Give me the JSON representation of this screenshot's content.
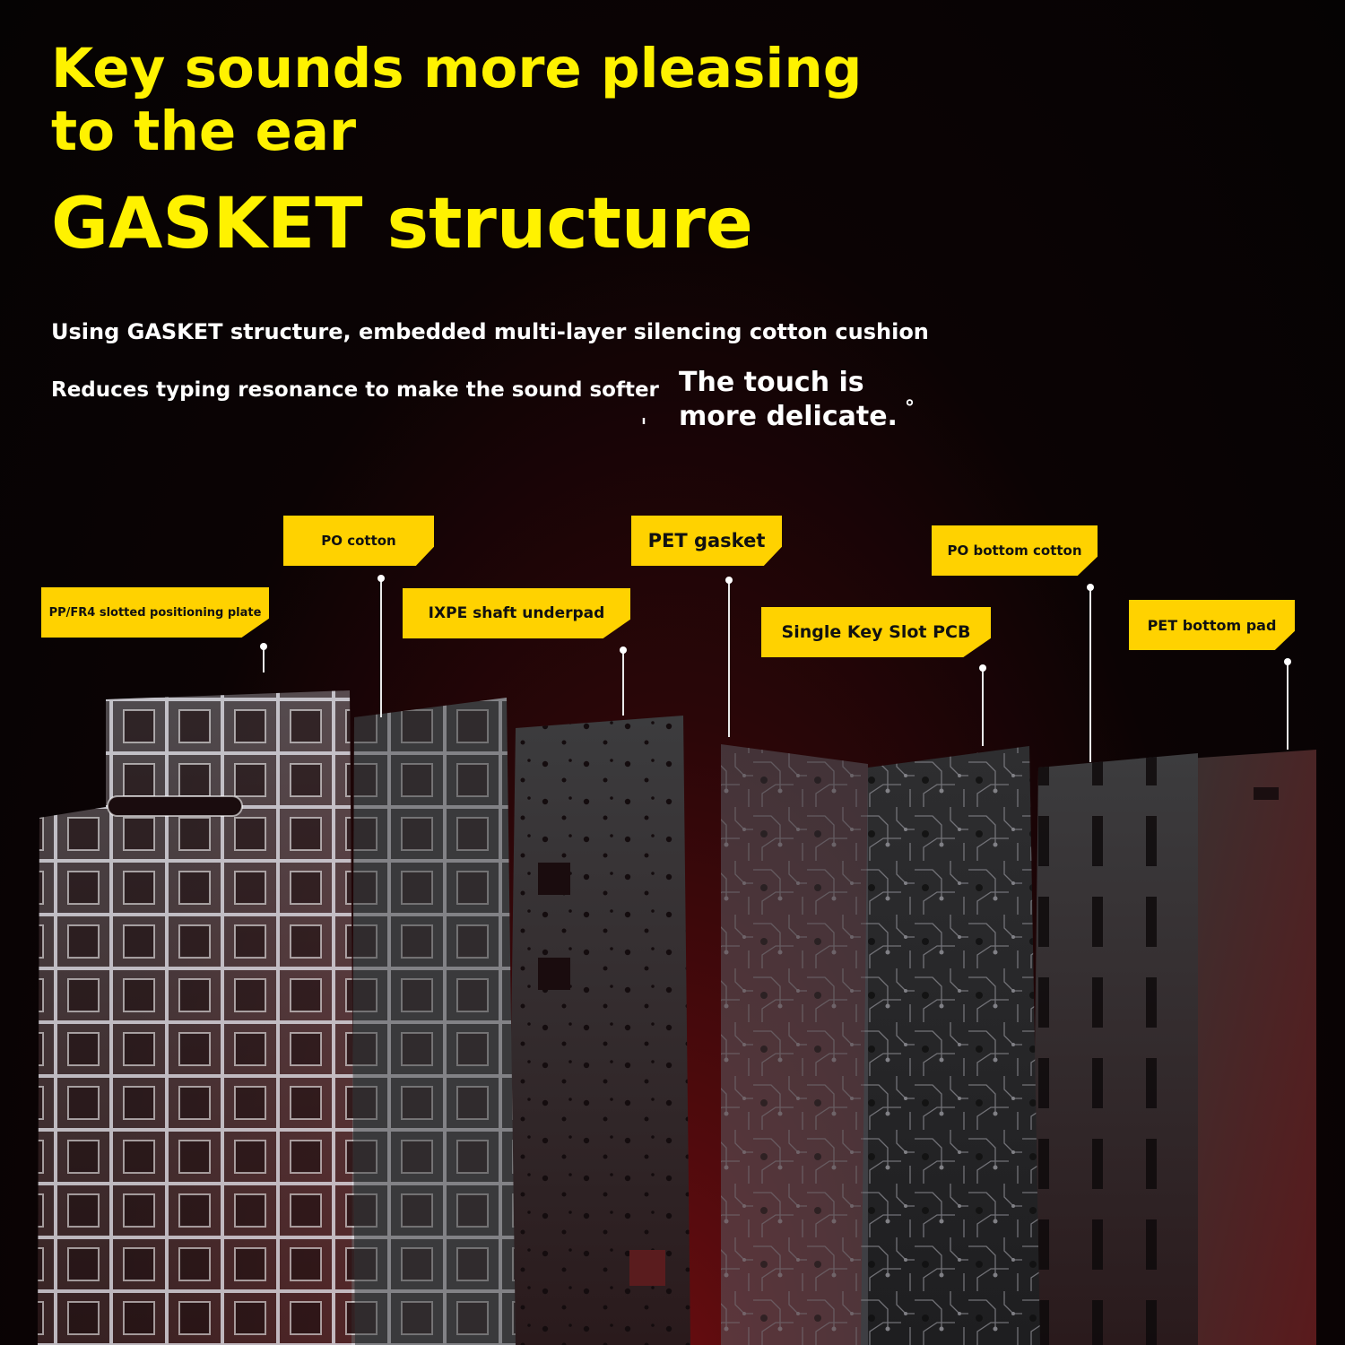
{
  "headline": "Key sounds more pleasing to the ear",
  "subheadline": "GASKET structure",
  "description_line1": "Using GASKET structure, embedded multi-layer silencing cotton cushion",
  "description_line2": "Reduces typing resonance to make the sound softer",
  "description_line3": "The touch is more delicate.",
  "punctuation_comma": "ˌ",
  "punctuation_circle": "°",
  "colors": {
    "accent": "#ffd200",
    "headline": "#fff200",
    "background": "#0b0304",
    "glow": "#6a0d10"
  },
  "labels": [
    {
      "id": "pp-fr4",
      "text": "PP/FR4 slotted positioning plate"
    },
    {
      "id": "po-cotton",
      "text": "PO cotton"
    },
    {
      "id": "ixpe",
      "text": "IXPE shaft underpad"
    },
    {
      "id": "pet-gasket",
      "text": "PET gasket"
    },
    {
      "id": "pcb",
      "text": "Single Key Slot PCB"
    },
    {
      "id": "po-bottom",
      "text": "PO bottom cotton"
    },
    {
      "id": "pet-bottom",
      "text": "PET bottom pad"
    }
  ]
}
